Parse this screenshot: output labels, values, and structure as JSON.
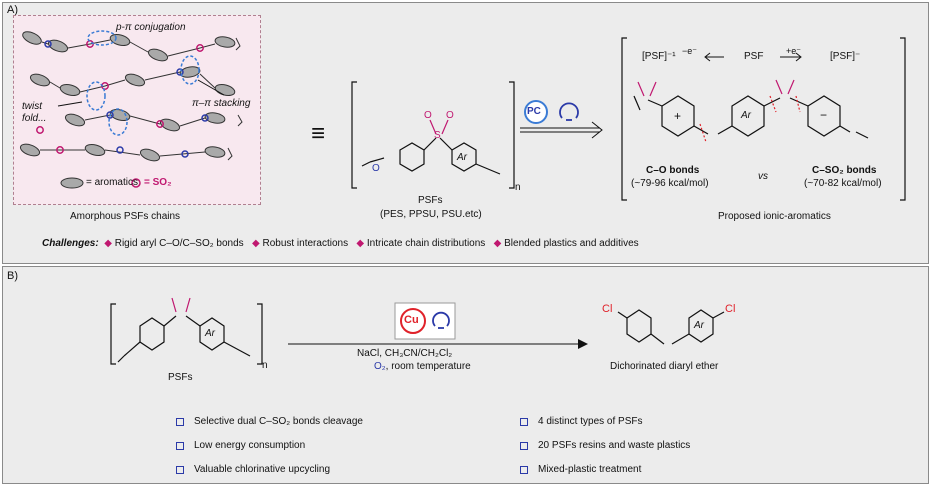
{
  "panel_a": {
    "label": "A)",
    "chains": {
      "p_pi": "p-π conjugation",
      "pi_pi": "π–π stacking",
      "twist": "twist",
      "fold": "fold...",
      "legend_aromatics": "= aromatics",
      "legend_so2": "= SO₂",
      "caption": "Amorphous PSFs chains"
    },
    "equiv": "≡",
    "psf": {
      "ar": "Ar",
      "n": "n",
      "o": "O",
      "s": "S",
      "name": "PSFs",
      "examples": "(PES, PPSU, PSU.etc)"
    },
    "catalyst": {
      "pc": "PC"
    },
    "ionic": {
      "eq_left": "[PSF]⁻¹",
      "minus_e": "−e⁻",
      "psf": "PSF",
      "plus_e": "+e⁻",
      "eq_right": "[PSF]⁻",
      "co_bonds": "C–O bonds",
      "co_energy": "(~79-96 kcal/mol)",
      "vs": "vs",
      "cso2_bonds": "C–SO₂ bonds",
      "cso2_energy": "(~70-82 kcal/mol)",
      "caption": "Proposed ionic-aromatics",
      "plus": "+",
      "minus": "−",
      "ar": "Ar"
    },
    "challenges": {
      "title": "Challenges:",
      "items": [
        "Rigid aryl C–O/C–SO₂ bonds",
        "Robust interactions",
        "Intricate chain distributions",
        "Blended plastics and additives"
      ]
    }
  },
  "panel_b": {
    "label": "B)",
    "psf_name": "PSFs",
    "ar": "Ar",
    "n": "n",
    "catalyst": "Cu",
    "conditions_1": "NaCl, CH₃CN/CH₂Cl₂",
    "conditions_o2": "O₂",
    "conditions_2": ", room temperature",
    "cl": "Cl",
    "product": "Dichorinated diaryl ether",
    "features_left": [
      "Selective dual C–SO₂ bonds cleavage",
      "Low energy consumption",
      "Valuable chlorinative upcycling"
    ],
    "features_right": [
      "4 distinct types of PSFs",
      "20 PSFs resins and waste plastics",
      "Mixed-plastic treatment"
    ]
  },
  "colors": {
    "panel_bg": "#ececec",
    "chains_bg": "#f8e8ef",
    "ionic_bg": "#eef0ff",
    "blue": "#2b3aa8",
    "red": "#e0222a",
    "magenta": "#c01870"
  }
}
